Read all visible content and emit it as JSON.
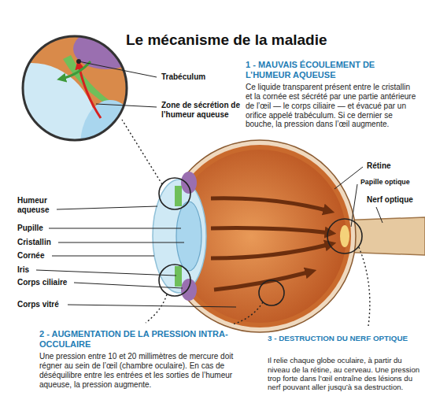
{
  "diagram": {
    "title": "Le mécanisme de la maladie",
    "labels": [
      "1 - MAUVAIS ÉCOULEMENT DE L’HUMEUR AQUEUSE",
      "Ce liquide transparent présent entre le cristallin et la cornée est sécrété par une partie antérieure de l’œil — le corps ciliaire — et évacué par un orifice appelé trabéculum. Si ce dernier se bouche, la pression dans l’œil augmente.",
      "Trabéculum",
      "Zone de sécrétion de l’humeur aqueuse",
      "Rétine",
      "Papille optique",
      "Nerf optique",
      "Humeur aqueuse",
      "Pupille",
      "Cristallin",
      "Cornée",
      "Iris",
      "Corps ciliaire",
      "Corps vitré",
      "2 - AUGMENTATION DE LA PRESSION INTRA-OCCULAIRE",
      "Une pression entre 10 et 20 millimètres de mercure doit régner au sein de l’œil (chambre oculaire). En cas de déséquilibre entre les entrées et les sorties de l’humeur aqueuse, la pression augmente.",
      "3 - DESTRUCTION DU NERF OPTIQUE",
      "Il relie chaque globe oculaire, à partir du niveau de la rétine, au cerveau. Une pression trop forte dans l’œil entraîne des lésions du nerf pouvant aller jusqu’à sa destruction."
    ]
  }
}
